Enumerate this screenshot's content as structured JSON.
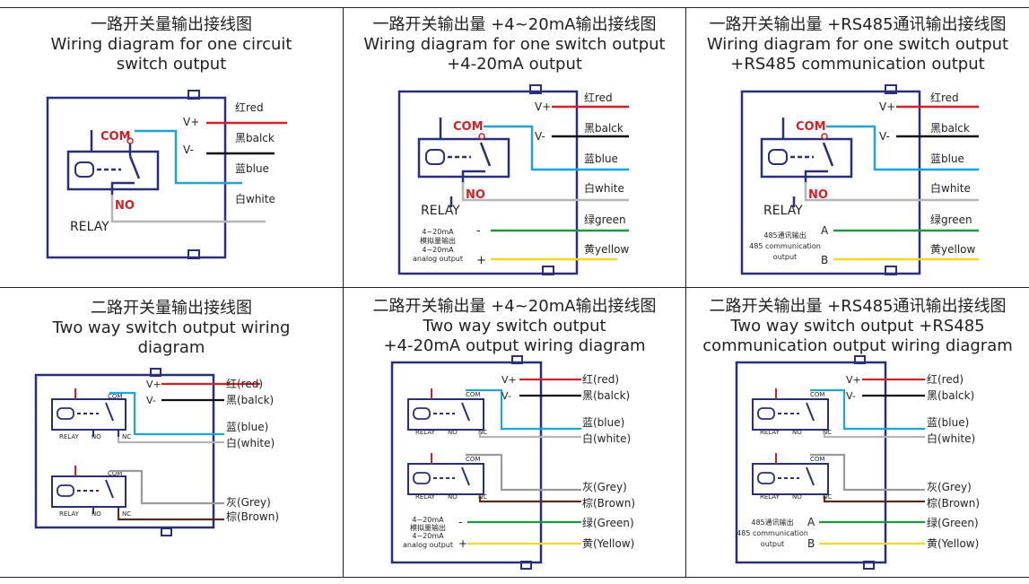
{
  "panels": [
    {
      "id": "p1",
      "title_lines": [
        "一路开关量输出接线图",
        "Wiring diagram for one circuit",
        "switch output"
      ],
      "labels": {
        "com": "COM",
        "no": "NO",
        "relay": "RELAY",
        "vplus": "V+",
        "vminus": "V-"
      },
      "wires": [
        {
          "name": "红red",
          "color": "#d41f26"
        },
        {
          "name": "黑balck",
          "color": "#111111"
        },
        {
          "name": "蓝blue",
          "color": "#1ea4dc"
        },
        {
          "name": "白white",
          "color": "#b5b5b5"
        }
      ]
    },
    {
      "id": "p2",
      "title_lines": [
        "一路开关输出量 +4~20mA输出接线图",
        "Wiring diagram for one switch output",
        "+4-20mA output"
      ],
      "labels": {
        "com": "COM",
        "no": "NO",
        "relay": "RELAY",
        "vplus": "V+",
        "vminus": "V-",
        "minus": "-",
        "plus": "+",
        "analog": [
          "4~20mA",
          "模拟量输出",
          "4~20mA",
          "analog output"
        ]
      },
      "wires": [
        {
          "name": "红red",
          "color": "#d41f26"
        },
        {
          "name": "黑balck",
          "color": "#111111"
        },
        {
          "name": "蓝blue",
          "color": "#1ea4dc"
        },
        {
          "name": "白white",
          "color": "#b5b5b5"
        },
        {
          "name": "绿green",
          "color": "#1a9a3c"
        },
        {
          "name": "黄yellow",
          "color": "#f2d91c"
        }
      ]
    },
    {
      "id": "p3",
      "title_lines": [
        "一路开关输出量 +RS485通讯输出接线图",
        "Wiring diagram for one switch output",
        "+RS485 communication output"
      ],
      "labels": {
        "com": "COM",
        "no": "NO",
        "relay": "RELAY",
        "vplus": "V+",
        "vminus": "V-",
        "a": "A",
        "b": "B",
        "rs485": [
          "485通讯输出",
          "485 communication",
          "output"
        ]
      },
      "wires": [
        {
          "name": "红red",
          "color": "#d41f26"
        },
        {
          "name": "黑balck",
          "color": "#111111"
        },
        {
          "name": "蓝blue",
          "color": "#1ea4dc"
        },
        {
          "name": "白white",
          "color": "#b5b5b5"
        },
        {
          "name": "绿green",
          "color": "#1a9a3c"
        },
        {
          "name": "黄yellow",
          "color": "#f2d91c"
        }
      ]
    },
    {
      "id": "p4",
      "title_lines": [
        "二路开关量输出接线图",
        "Two way switch output wiring",
        "diagram"
      ],
      "labels": {
        "com": "COM",
        "no": "NO",
        "nc": "NC",
        "relay": "RELAY",
        "vplus": "V+",
        "vminus": "V-"
      },
      "wires": [
        {
          "name": "红(red)",
          "color": "#d41f26"
        },
        {
          "name": "黑(balck)",
          "color": "#111111"
        },
        {
          "name": "蓝(blue)",
          "color": "#1ea4dc"
        },
        {
          "name": "白(white)",
          "color": "#b5b5b5"
        },
        {
          "name": "灰(Grey)",
          "color": "#9a9a9a"
        },
        {
          "name": "棕(Brown)",
          "color": "#5a2a1c"
        }
      ]
    },
    {
      "id": "p5",
      "title_lines": [
        "二路开关输出量 +4~20mA输出接线图",
        "Two way switch output",
        "+4-20mA output wiring diagram"
      ],
      "labels": {
        "com": "COM",
        "no": "NO",
        "nc": "NC",
        "relay": "RELAY",
        "vplus": "V+",
        "vminus": "V-",
        "minus": "-",
        "plus": "+",
        "analog": [
          "4~20mA",
          "模拟量输出",
          "4~20mA",
          "analog output"
        ]
      },
      "wires": [
        {
          "name": "红(red)",
          "color": "#d41f26"
        },
        {
          "name": "黑(balck)",
          "color": "#111111"
        },
        {
          "name": "蓝(blue)",
          "color": "#1ea4dc"
        },
        {
          "name": "白(white)",
          "color": "#b5b5b5"
        },
        {
          "name": "灰(Grey)",
          "color": "#9a9a9a"
        },
        {
          "name": "棕(Brown)",
          "color": "#5a2a1c"
        },
        {
          "name": "绿(Green)",
          "color": "#1a9a3c"
        },
        {
          "name": "黄(Yellow)",
          "color": "#f2d91c"
        }
      ]
    },
    {
      "id": "p6",
      "title_lines": [
        "二路开关输出量 +RS485通讯输出接线图",
        "Two way switch output +RS485",
        "communication output wiring diagram"
      ],
      "labels": {
        "com": "COM",
        "no": "NO",
        "nc": "NC",
        "relay": "RELAY",
        "vplus": "V+",
        "vminus": "V-",
        "a": "A",
        "b": "B",
        "rs485": [
          "485通讯输出",
          "485 communication",
          "output"
        ]
      },
      "wires": [
        {
          "name": "红(red)",
          "color": "#d41f26"
        },
        {
          "name": "黑(balck)",
          "color": "#111111"
        },
        {
          "name": "蓝(blue)",
          "color": "#1ea4dc"
        },
        {
          "name": "白(white)",
          "color": "#b5b5b5"
        },
        {
          "name": "灰(Grey)",
          "color": "#9a9a9a"
        },
        {
          "name": "棕(Brown)",
          "color": "#5a2a1c"
        },
        {
          "name": "绿(Green)",
          "color": "#1a9a3c"
        },
        {
          "name": "黄(Yellow)",
          "color": "#f2d91c"
        }
      ]
    }
  ],
  "colors": {
    "box": "#2a2f7a",
    "label_red": "#d41f26",
    "text": "#222222"
  }
}
